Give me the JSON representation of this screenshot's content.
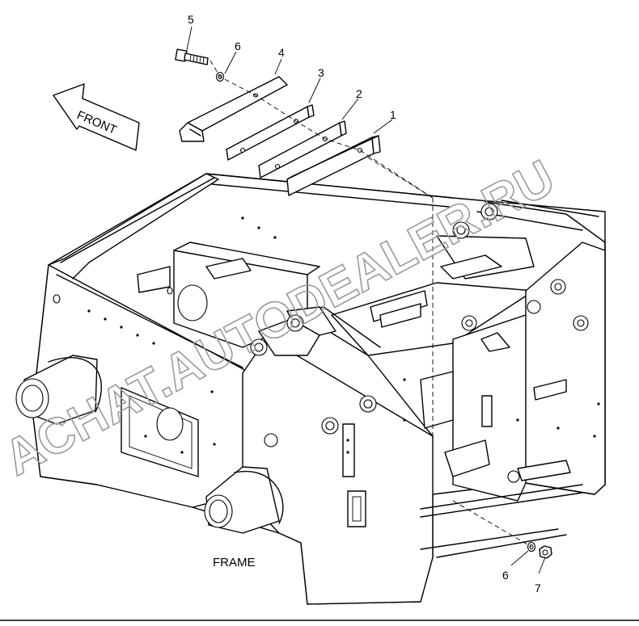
{
  "diagram": {
    "caption": "FRAME",
    "front_arrow_label": "FRONT",
    "callouts": [
      "1",
      "2",
      "3",
      "4",
      "5",
      "6",
      "6",
      "7"
    ],
    "watermark": "ACHAT.AUTODEALER.RU"
  }
}
